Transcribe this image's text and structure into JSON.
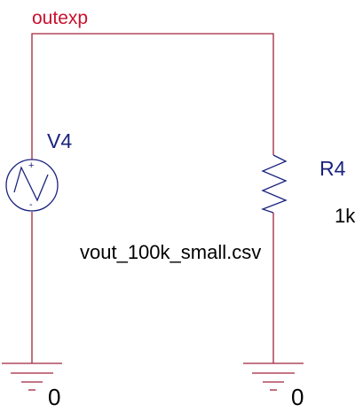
{
  "net": {
    "top_label": "outexp",
    "ground_left_label": "0",
    "ground_right_label": "0"
  },
  "source": {
    "ref": "V4",
    "plus": "+",
    "minus": "-",
    "value": "vout_100k_small.csv",
    "symbol_icon": "piecewise-waveform-source-icon"
  },
  "resistor": {
    "ref": "R4",
    "value": "1k",
    "symbol_icon": "zigzag-resistor-icon"
  },
  "colors": {
    "wire": "#a0243c",
    "part": "#1a237e",
    "net_label": "#c8102e",
    "value_text": "#000000"
  }
}
